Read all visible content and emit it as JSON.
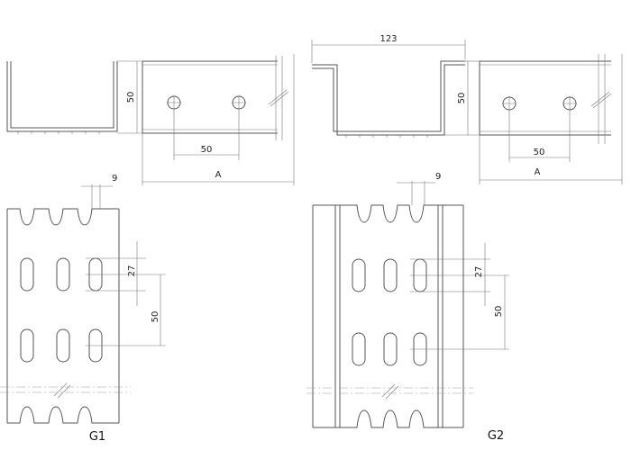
{
  "g1": {
    "profile_height": "50",
    "hole_spacing": "50",
    "length_label": "A",
    "slot_width": "9",
    "slot_length": "27",
    "slot_pitch": "50",
    "caption": "G1"
  },
  "g2": {
    "profile_width": "123",
    "profile_height": "50",
    "hole_spacing": "50",
    "length_label": "A",
    "slot_width": "9",
    "slot_length": "27",
    "slot_pitch": "50",
    "caption": "G2"
  }
}
